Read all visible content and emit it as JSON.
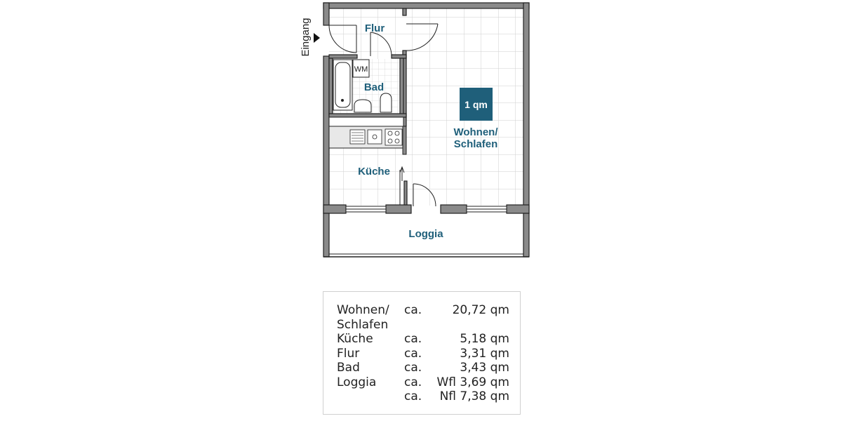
{
  "plan": {
    "entrance_label": "Eingang",
    "scale_box_label": "1 qm",
    "appliance_label": "WM",
    "rooms": {
      "flur": "Flur",
      "bad": "Bad",
      "kueche": "Küche",
      "wohnen_line1": "Wohnen/",
      "wohnen_line2": "Schlafen",
      "loggia": "Loggia"
    }
  },
  "areas": {
    "rows": [
      {
        "room": "Wohnen/",
        "ca": "ca.",
        "value": "20,72 qm"
      },
      {
        "room": "Schlafen",
        "ca": "",
        "value": ""
      },
      {
        "room": "Küche",
        "ca": "ca.",
        "value": "5,18 qm"
      },
      {
        "room": "Flur",
        "ca": "ca.",
        "value": "3,31 qm"
      },
      {
        "room": "Bad",
        "ca": "ca.",
        "value": "3,43 qm"
      },
      {
        "room": "Loggia",
        "ca": "ca.",
        "value": "Wfl 3,69 qm"
      },
      {
        "room": "",
        "ca": "ca.",
        "value": "Nfl 7,38 qm"
      }
    ]
  },
  "colors": {
    "accent": "#1f5f7a",
    "wall": "#222222",
    "wall_fill": "#8a8a8a",
    "tile_grid": "#cfcfcf"
  }
}
